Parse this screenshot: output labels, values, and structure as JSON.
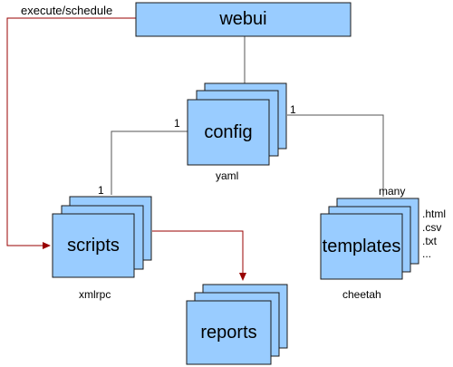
{
  "colors": {
    "node_fill": "#99ccff",
    "node_stroke": "#1a1a1a",
    "connector": "#990000",
    "background": "#ffffff"
  },
  "nodes": {
    "webui": "webui",
    "config": "config",
    "scripts": "scripts",
    "templates": "templates",
    "reports": "reports"
  },
  "annotations": {
    "execute_schedule": "execute/schedule",
    "yaml": "yaml",
    "xmlrpc": "xmlrpc",
    "cheetah": "cheetah",
    "mult_config_scripts_top": "1",
    "mult_config_scripts_bottom": "1",
    "mult_config_templates_top": "1",
    "mult_config_templates_bottom": "many",
    "ext_html": ".html",
    "ext_csv": ".csv",
    "ext_txt": ".txt",
    "ext_more": "..."
  }
}
